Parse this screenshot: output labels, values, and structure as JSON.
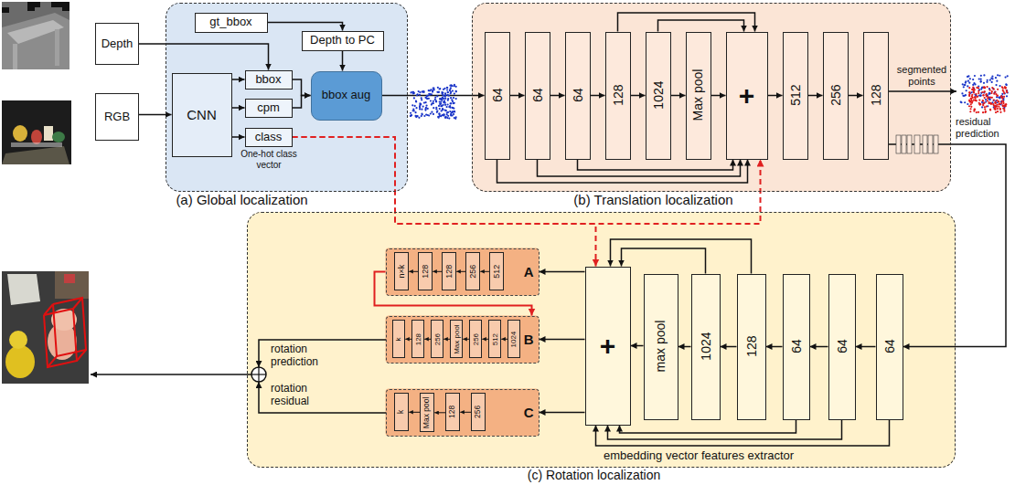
{
  "diagram": {
    "nodes": [
      {
        "text": [
          "Depth"
        ]
      },
      {
        "text": [
          "RGB"
        ]
      },
      {
        "text": [
          "(a) Global localization"
        ]
      },
      {
        "text": [
          "gt_bbox"
        ],
        "in": 2
      },
      {
        "text": [
          "Depth to PC"
        ],
        "in": 2
      },
      {
        "text": [
          "CNN"
        ],
        "in": 2
      },
      {
        "text": [
          "bbox"
        ],
        "in": 2
      },
      {
        "text": [
          "cpm"
        ],
        "in": 2
      },
      {
        "text": [
          "class"
        ],
        "in": 2
      },
      {
        "text": [
          "bbox aug"
        ],
        "in": 2
      },
      {
        "text": [
          "(b) Translation localization"
        ]
      },
      {
        "text": [
          "64"
        ],
        "in": 10
      },
      {
        "text": [
          "64"
        ],
        "in": 10
      },
      {
        "text": [
          "64"
        ],
        "in": 10
      },
      {
        "text": [
          "128"
        ],
        "in": 10
      },
      {
        "text": [
          "1024"
        ],
        "in": 10
      },
      {
        "text": [
          "Max pool"
        ],
        "in": 10
      },
      {
        "text": [
          "+"
        ],
        "in": 10
      },
      {
        "text": [
          "512"
        ],
        "in": 10
      },
      {
        "text": [
          "256"
        ],
        "in": 10
      },
      {
        "text": [
          "128"
        ],
        "in": 10
      },
      {
        "text": [
          "(c) Rotation localization"
        ]
      },
      {
        "text": [
          "A"
        ],
        "in": 21
      },
      {
        "text": [
          "n×k"
        ],
        "in": 22
      },
      {
        "text": [
          "128"
        ],
        "in": 22
      },
      {
        "text": [
          "128"
        ],
        "in": 22
      },
      {
        "text": [
          "256"
        ],
        "in": 22
      },
      {
        "text": [
          "512"
        ],
        "in": 22
      },
      {
        "text": [
          "B"
        ],
        "in": 21
      },
      {
        "text": [
          "k"
        ],
        "in": 28
      },
      {
        "text": [
          "128"
        ],
        "in": 28
      },
      {
        "text": [
          "256"
        ],
        "in": 28
      },
      {
        "text": [
          "Max pool"
        ],
        "in": 28
      },
      {
        "text": [
          "256"
        ],
        "in": 28
      },
      {
        "text": [
          "512"
        ],
        "in": 28
      },
      {
        "text": [
          "1024"
        ],
        "in": 28
      },
      {
        "text": [
          "C"
        ],
        "in": 21
      },
      {
        "text": [
          "k"
        ],
        "in": 36
      },
      {
        "text": [
          "Max pool"
        ],
        "in": 36
      },
      {
        "text": [
          "128"
        ],
        "in": 36
      },
      {
        "text": [
          "256"
        ],
        "in": 36
      },
      {
        "text": [
          "+"
        ],
        "in": 21
      },
      {
        "text": [
          "max pool"
        ],
        "in": 21
      },
      {
        "text": [
          "1024"
        ],
        "in": 21
      },
      {
        "text": [
          "128"
        ],
        "in": 21
      },
      {
        "text": [
          "64"
        ],
        "in": 21
      },
      {
        "text": [
          "64"
        ],
        "in": 21
      },
      {
        "text": [
          "64"
        ],
        "in": 21
      }
    ],
    "edges": [
      {
        "from": 0,
        "to": 6,
        "arrow": "to"
      },
      {
        "from": 3,
        "to": 4,
        "arrow": "to"
      },
      {
        "from": 4,
        "to": 9,
        "arrow": "to"
      },
      {
        "from": 1,
        "to": 5,
        "arrow": "to"
      },
      {
        "from": 5,
        "to": 6,
        "arrow": "to"
      },
      {
        "from": 5,
        "to": 7,
        "arrow": "to"
      },
      {
        "from": 5,
        "to": 8,
        "arrow": "to"
      },
      {
        "from": 6,
        "to": 9,
        "arrow": "to"
      },
      {
        "from": 7,
        "to": 9,
        "arrow": "to"
      },
      {
        "from": 8,
        "to": 17,
        "arrow": "to"
      },
      {
        "from": 8,
        "to": 41,
        "arrow": "to"
      },
      {
        "from": 9,
        "to": 11,
        "arrow": "to"
      },
      {
        "from": 11,
        "to": 12,
        "arrow": "to"
      },
      {
        "from": 12,
        "to": 13,
        "arrow": "to"
      },
      {
        "from": 13,
        "to": 14,
        "arrow": "to"
      },
      {
        "from": 14,
        "to": 15,
        "arrow": "to"
      },
      {
        "from": 15,
        "to": 16,
        "arrow": "to"
      },
      {
        "from": 16,
        "to": 17,
        "arrow": "to"
      },
      {
        "from": 17,
        "to": 18,
        "arrow": "to"
      },
      {
        "from": 18,
        "to": 19,
        "arrow": "to"
      },
      {
        "from": 19,
        "to": 20,
        "arrow": "to"
      },
      {
        "from": 11,
        "to": 17,
        "arrow": "to"
      },
      {
        "from": 12,
        "to": 17,
        "arrow": "to"
      },
      {
        "from": 13,
        "to": 17,
        "arrow": "to"
      },
      {
        "from": 14,
        "to": 17,
        "arrow": "to"
      },
      {
        "from": 15,
        "to": 17,
        "arrow": "to"
      },
      {
        "from": 20,
        "to": 47,
        "arrow": "to"
      },
      {
        "from": 47,
        "to": 46,
        "arrow": "to"
      },
      {
        "from": 46,
        "to": 45,
        "arrow": "to"
      },
      {
        "from": 45,
        "to": 44,
        "arrow": "to"
      },
      {
        "from": 44,
        "to": 43,
        "arrow": "to"
      },
      {
        "from": 43,
        "to": 42,
        "arrow": "to"
      },
      {
        "from": 42,
        "to": 41,
        "arrow": "to"
      },
      {
        "from": 47,
        "to": 41,
        "arrow": "to"
      },
      {
        "from": 46,
        "to": 41,
        "arrow": "to"
      },
      {
        "from": 45,
        "to": 41,
        "arrow": "to"
      },
      {
        "from": 44,
        "to": 41,
        "arrow": "to"
      },
      {
        "from": 43,
        "to": 41,
        "arrow": "to"
      },
      {
        "from": 41,
        "to": 22,
        "arrow": "to"
      },
      {
        "from": 41,
        "to": 28,
        "arrow": "to"
      },
      {
        "from": 41,
        "to": 36,
        "arrow": "to"
      },
      {
        "from": 22,
        "to": 28,
        "arrow": "to"
      },
      {
        "from": 27,
        "to": 26,
        "arrow": "to"
      },
      {
        "from": 26,
        "to": 25,
        "arrow": "to"
      },
      {
        "from": 25,
        "to": 24,
        "arrow": "to"
      },
      {
        "from": 24,
        "to": 23,
        "arrow": "to"
      },
      {
        "from": 35,
        "to": 34,
        "arrow": "to"
      },
      {
        "from": 34,
        "to": 33,
        "arrow": "to"
      },
      {
        "from": 33,
        "to": 32,
        "arrow": "to"
      },
      {
        "from": 32,
        "to": 31,
        "arrow": "to"
      },
      {
        "from": 31,
        "to": 30,
        "arrow": "to"
      },
      {
        "from": 30,
        "to": 29,
        "arrow": "to"
      },
      {
        "from": 40,
        "to": 39,
        "arrow": "to"
      },
      {
        "from": 39,
        "to": 38,
        "arrow": "to"
      },
      {
        "from": 38,
        "to": 37,
        "arrow": "to"
      }
    ],
    "labels": [
      "One-hot class vector",
      "segmented points",
      "residual prediction",
      "rotation prediction",
      "rotation residual",
      "embedding vector features extractor"
    ]
  }
}
